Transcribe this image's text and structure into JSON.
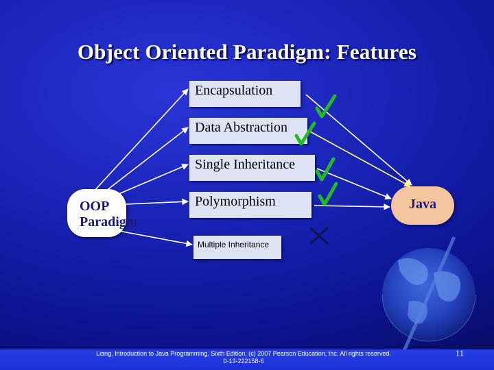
{
  "slide": {
    "title": "Object Oriented Paradigm: Features",
    "footer": "Liang, Introduction to Java Programming, Sixth Edition, (c) 2007 Pearson Education, Inc. All rights reserved. 0-13-222158-6",
    "page_number": "11"
  },
  "diagram": {
    "source_node": "OOP\nParadigm",
    "target_node": "Java",
    "features": [
      {
        "label": "Encapsulation",
        "supported": true
      },
      {
        "label": "Data Abstraction",
        "supported": true
      },
      {
        "label": "Single Inheritance",
        "supported": true
      },
      {
        "label": "Polymorphism",
        "supported": true
      },
      {
        "label": "Multiple Inheritance",
        "supported": false
      }
    ]
  },
  "colors": {
    "background": "#1a24b8",
    "box_fill": "#dde3f5",
    "check_mark": "#22bb22",
    "cross_mark": "#111155",
    "java_fill": "#f4c59f",
    "oop_fill": "#ffffff",
    "arrow_white": "#ffffff",
    "arrow_yellow": "#ffff66"
  },
  "icons": {
    "check": "check-mark-icon",
    "cross": "cross-mark-icon",
    "decor": "globe-icon"
  }
}
